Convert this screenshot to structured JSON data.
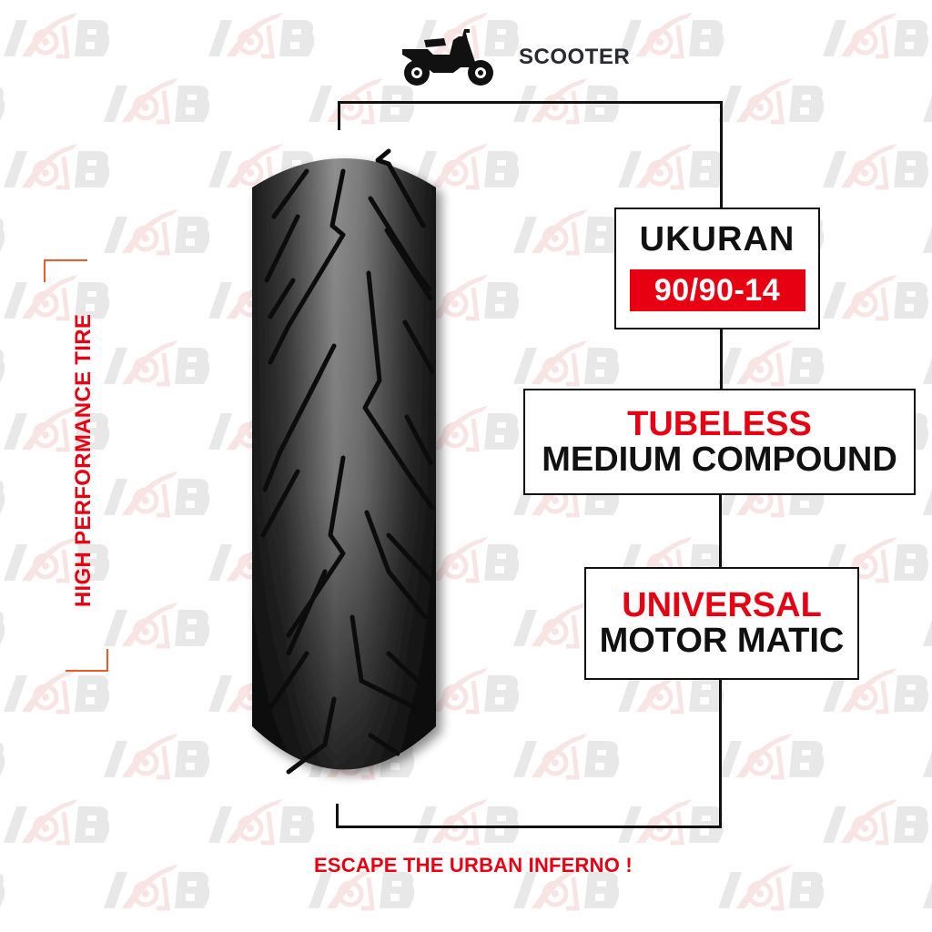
{
  "header": {
    "category_icon": "scooter-icon",
    "category_label": "SCOOTER"
  },
  "side_label": {
    "text": "HIGH PERFORMANCE TIRE",
    "color": "#e60012",
    "bracket_color": "#ee5a2c"
  },
  "product": {
    "image": "motorcycle-tire-tread-image"
  },
  "specs": {
    "size": {
      "title": "UKURAN",
      "value": "90/90-14",
      "badge_color": "#e60012"
    },
    "type": {
      "highlight": "TUBELESS",
      "detail": "MEDIUM COMPOUND"
    },
    "fitment": {
      "highlight": "UNIVERSAL",
      "detail": "MOTOR MATIC"
    }
  },
  "footer": {
    "slogan": "ESCAPE THE URBAN INFERNO !"
  },
  "watermark": {
    "logo": "eye-brand-logo-watermark",
    "accent_color": "#d93a3a"
  },
  "colors": {
    "accent_red": "#e60012",
    "line_black": "#111111",
    "background": "#ffffff"
  }
}
